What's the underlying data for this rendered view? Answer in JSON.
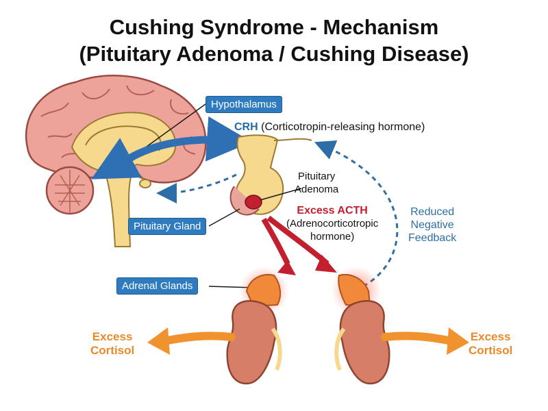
{
  "title_line1": "Cushing Syndrome - Mechanism",
  "title_line2": "(Pituitary Adenoma / Cushing Disease)",
  "labels": {
    "hypothalamus": "Hypothalamus",
    "pituitary_gland": "Pituitary Gland",
    "adrenal_glands": "Adrenal Glands"
  },
  "crh": {
    "abbr": "CRH",
    "full": "(Corticotropin-releasing hormone)"
  },
  "adenoma": {
    "line1": "Pituitary",
    "line2": "Adenoma"
  },
  "acth": {
    "main": "Excess ACTH",
    "line1": "(Adrenocorticotropic",
    "line2": "hormone)"
  },
  "feedback": {
    "line1": "Reduced",
    "line2": "Negative",
    "line3": "Feedback"
  },
  "cortisol_left": {
    "line1": "Excess",
    "line2": "Cortisol"
  },
  "cortisol_right": {
    "line1": "Excess",
    "line2": "Cortisol"
  },
  "colors": {
    "label_blue": "#2f7bbf",
    "crh_blue": "#2369a8",
    "acth_red": "#c2202e",
    "cortisol_orange": "#e8892a",
    "brain_pink": "#eea39a",
    "kidney_brown": "#d67e68"
  }
}
